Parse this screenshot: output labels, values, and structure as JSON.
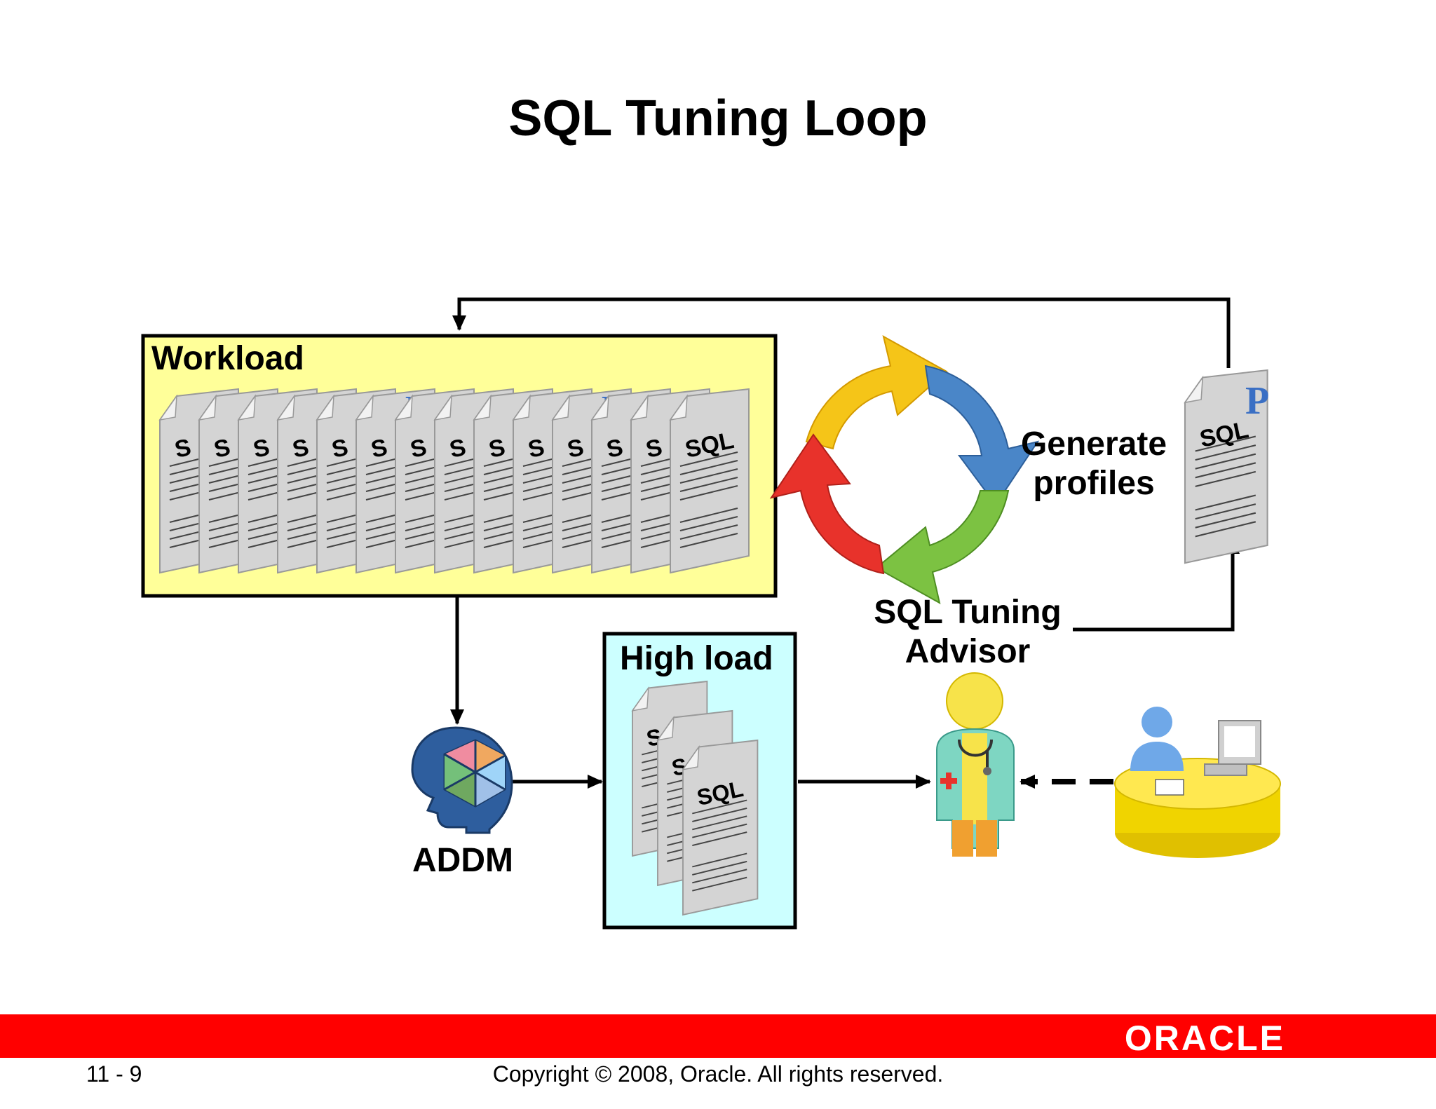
{
  "title": "SQL Tuning Loop",
  "labels": {
    "workload": "Workload",
    "high_load": "High load",
    "addm": "ADDM",
    "advisor_line1": "SQL Tuning",
    "advisor_line2": "Advisor",
    "generate_line1": "Generate",
    "generate_line2": "profiles",
    "doc_sql": "SQL",
    "doc_partial": "S",
    "doc_profile_badge": "P"
  },
  "footer": {
    "page_number": "11 - 9",
    "copyright": "Copyright © 2008, Oracle. All rights reserved.",
    "brand": "ORACLE"
  },
  "colors": {
    "workload_fill": "#ffff99",
    "high_load_fill": "#ccffff",
    "footer_red": "#ff0000",
    "arrow_yellow": "#f5c518",
    "arrow_blue": "#4a86c8",
    "arrow_green": "#7cc242",
    "arrow_red": "#e8322b"
  },
  "icons": [
    "sql-document-icon",
    "sql-profile-icon",
    "addm-head-icon",
    "cycle-arrows-icon",
    "doctor-icon",
    "user-at-computer-icon"
  ]
}
